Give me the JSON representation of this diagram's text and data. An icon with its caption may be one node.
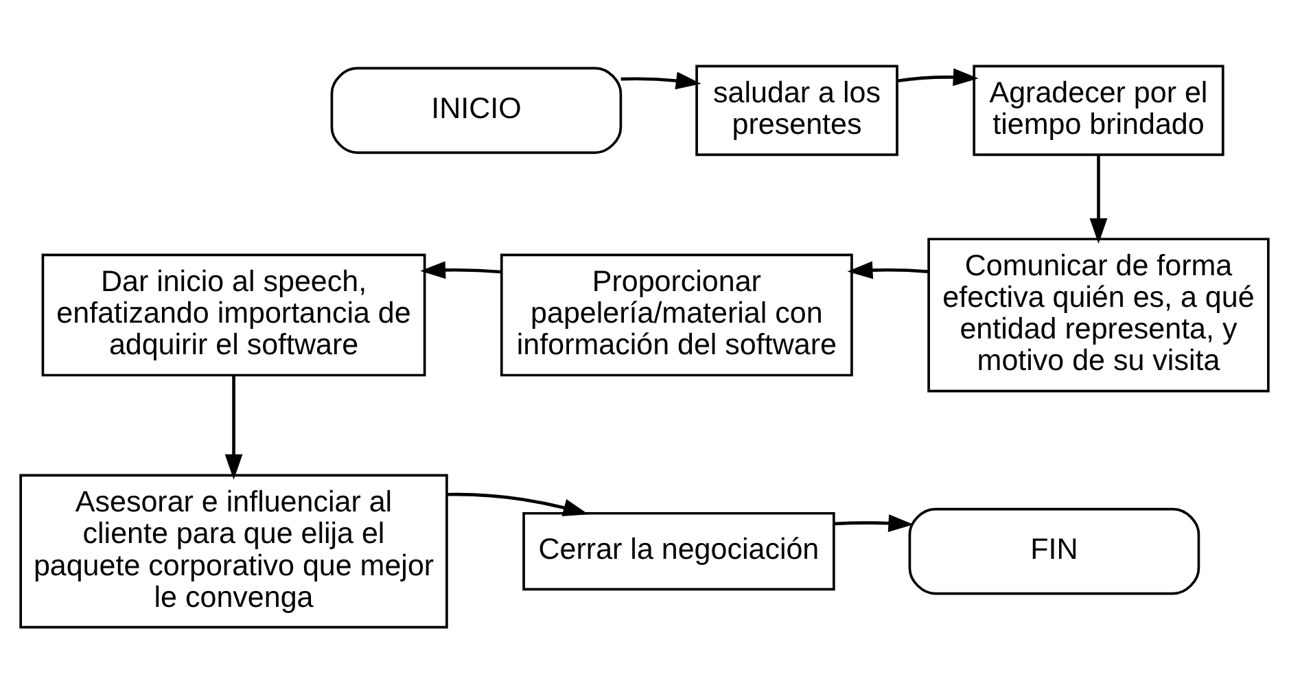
{
  "diagram": {
    "nodes": [
      {
        "text": [
          "INICIO"
        ]
      },
      {
        "text": [
          "saludar a los presentes"
        ]
      },
      {
        "text": [
          "Agradecer por el tiempo brindado"
        ]
      },
      {
        "text": [
          "Comunicar de forma efectiva quién es, a qué entidad representa, y motivo de su visita"
        ]
      },
      {
        "text": [
          "Proporcionar papelería/material con información del software"
        ]
      },
      {
        "text": [
          "Dar inicio al speech, enfatizando importancia de adquirir el software"
        ]
      },
      {
        "text": [
          "Asesorar e influenciar al cliente para que elija el paquete corporativo que mejor le convenga"
        ]
      },
      {
        "text": [
          "Cerrar la negociación"
        ]
      },
      {
        "text": [
          "FIN"
        ]
      }
    ],
    "edges": [
      {
        "from": 0,
        "to": 1,
        "arrow": "to"
      },
      {
        "from": 1,
        "to": 2,
        "arrow": "to"
      },
      {
        "from": 2,
        "to": 3,
        "arrow": "to"
      },
      {
        "from": 3,
        "to": 4,
        "arrow": "to"
      },
      {
        "from": 4,
        "to": 5,
        "arrow": "to"
      },
      {
        "from": 5,
        "to": 6,
        "arrow": "to"
      },
      {
        "from": 6,
        "to": 7,
        "arrow": "to"
      },
      {
        "from": 7,
        "to": 8,
        "arrow": "to"
      }
    ]
  }
}
